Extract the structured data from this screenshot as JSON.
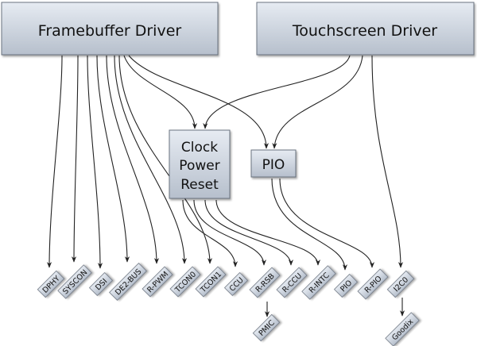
{
  "nodes": {
    "framebuffer_driver": "Framebuffer Driver",
    "touchscreen_driver": "Touchscreen Driver",
    "clock_power_reset": [
      "Clock",
      "Power",
      "Reset"
    ],
    "pio_main": "PIO"
  },
  "leaves": [
    "DPHY",
    "SYSCON",
    "DSI",
    "DE2-BUS",
    "R-PWM",
    "TCON0",
    "TCON1",
    "CCU",
    "R-RSB",
    "R-CCU",
    "R-INTC",
    "PIO",
    "R-PIO",
    "I2C0"
  ],
  "sub_leaves": {
    "pmic": "PMIC",
    "goodix": "Goodix"
  },
  "colors": {
    "box_top": "#dfe5ee",
    "box_bottom": "#b9c2cf",
    "box_stroke": "#6b7380",
    "edge": "#222222"
  }
}
